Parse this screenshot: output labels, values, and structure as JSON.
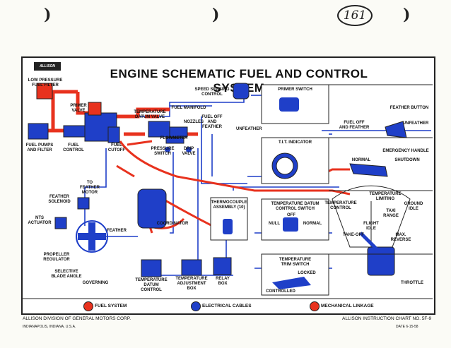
{
  "page_number": "161",
  "brand": "ALLISON",
  "title": "ENGINE SCHEMATIC FUEL AND CONTROL SYSTEM",
  "labels": {
    "low_pressure_filter": "LOW PRESSURE\nFUEL FILTER",
    "primer_valve": "PRIMER\nVALVE",
    "fuel_pumps": "FUEL PUMPS\nAND FILTER",
    "fuel_control": "FUEL\nCONTROL",
    "fuel_cutoff": "FUEL\nCUTOFF",
    "temp_datum_valve": "TEMPERATURE\nDATUM VALVE",
    "fuel_manifold": "FUEL MANIFOLD",
    "nozzles": "NOZZLES",
    "flowmeter": "FLOWMETER",
    "pressure_switch": "PRESSURE\nSWITCH",
    "drip_valve": "DRIP\nVALVE",
    "speed_sensing": "SPEED SENSING\nCONTROL",
    "fuel_off_feather": "FUEL OFF\nAND\nFEATHER",
    "unfeather": "UNFEATHER",
    "to_feather_motor": "TO\nFEATHER\nMOTOR",
    "feather_solenoid": "FEATHER\nSOLENOID",
    "nts_actuator": "NTS\nACTUATOR",
    "feather": "FEATHER",
    "coordinator": "COORDINATOR",
    "propeller_regulator": "PROPELLER\nREGULATOR",
    "selective_blade_angle": "SELECTIVE\nBLADE ANGLE",
    "governing": "GOVERNING",
    "temp_datum_control": "TEMPERATURE\nDATUM\nCONTROL",
    "temp_adjustment_box": "TEMPERATURE\nADJUSTMENT\nBOX",
    "relay_box": "RELAY\nBOX",
    "thermocouple": "THERMOCOUPLE\nASSEMBLY (10)",
    "primer_switch": "PRIMER SWITCH",
    "tit_indicator": "T.I.T. INDICATOR",
    "tdcs_switch": "TEMPERATURE DATUM\nCONTROL SWITCH",
    "off": "OFF",
    "null": "NULL",
    "normal": "NORMAL",
    "temp_trim_switch": "TEMPERATURE\nTRIM SWITCH",
    "locked": "LOCKED",
    "controlled": "CONTROLLED",
    "feather_button": "FEATHER BUTTON",
    "fuel_off_feather_right": "FUEL OFF\nAND FEATHER",
    "unfeather_right": "UNFEATHER",
    "emergency_handle": "EMERGENCY HANDLE",
    "normal_handle": "NORMAL",
    "shutdown": "SHUTDOWN",
    "temp_limiting": "TEMPERATURE\nLIMITING",
    "temp_control": "TEMPERATURE\nCONTROL",
    "ground_idle": "GROUND\nIDLE",
    "taxi_range": "TAXI\nRANGE",
    "flight_idle": "FLIGHT\nIDLE",
    "take_off": "TAKE-OFF",
    "max_reverse": "MAX.\nREVERSE",
    "throttle": "THROTTLE"
  },
  "legend": [
    {
      "label": "FUEL SYSTEM",
      "color": "#e8321e"
    },
    {
      "label": "ELECTRICAL CABLES",
      "color": "#1f3fc8"
    },
    {
      "label": "MECHANICAL LINKAGE",
      "color": "#e8321e"
    }
  ],
  "footer": {
    "left": "ALLISON DIVISION OF GENERAL MOTORS CORP.",
    "left_sub": "INDIANAPOLIS, INDIANA, U.S.A.",
    "right": "ALLISON INSTRUCTION CHART NO. 5F-9",
    "date": "DATE 6-15-58"
  },
  "colors": {
    "fuel": "#e8321e",
    "electrical": "#1f3fc8",
    "dark_blue": "#1a2fa8",
    "outline": "#222222"
  }
}
